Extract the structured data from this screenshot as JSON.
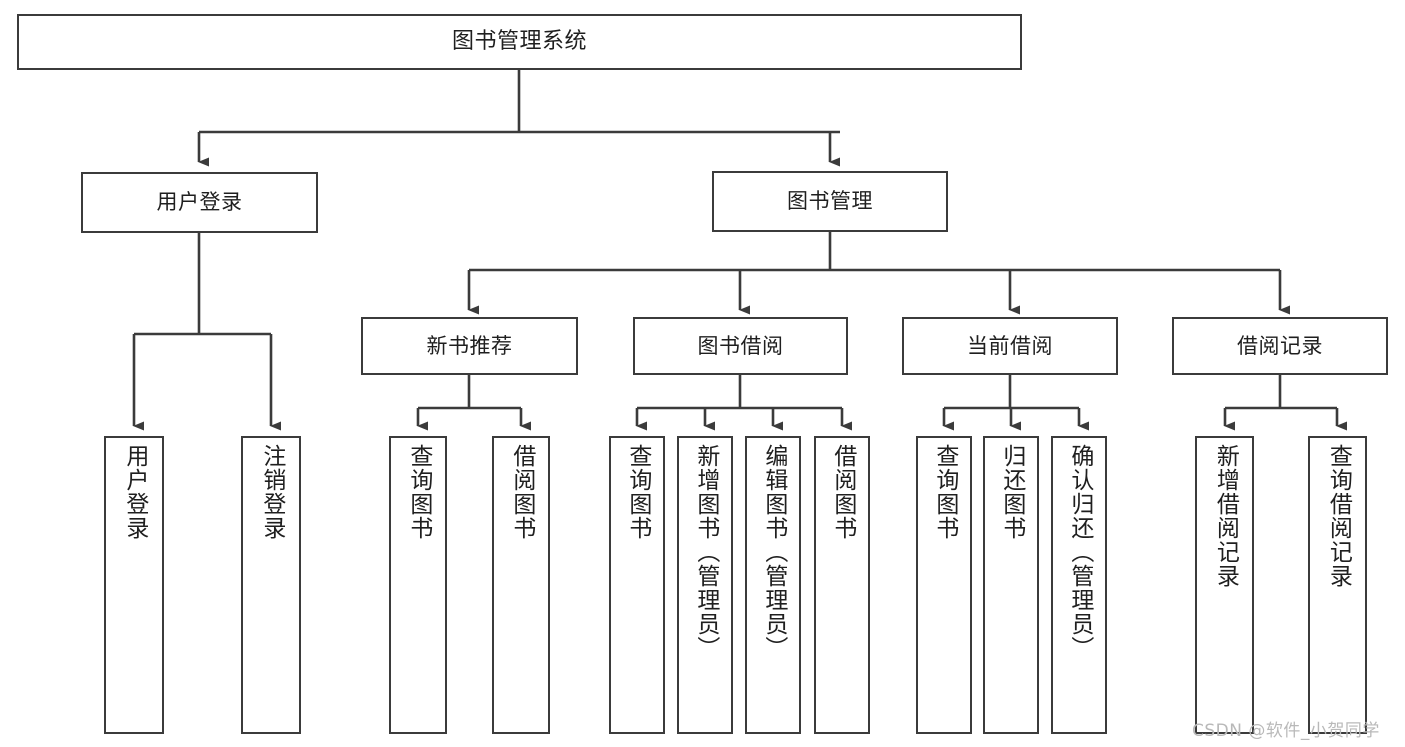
{
  "diagram": {
    "title": "图书管理系统",
    "type": "tree",
    "orientation": "top-down",
    "style": {
      "border_color": "#3b3b3b",
      "node_fill": "#ffffff",
      "edge_color": "#3b3b3b",
      "background": "#ffffff",
      "text_color": "#1f1f1f"
    },
    "nodes": {
      "root": {
        "label": "图书管理系统",
        "level": 0,
        "text_direction": "horizontal"
      },
      "n_user_login": {
        "label": "用户登录",
        "level": 1,
        "text_direction": "horizontal"
      },
      "n_book_mgmt": {
        "label": "图书管理",
        "level": 1,
        "text_direction": "horizontal"
      },
      "n_new_book_rec": {
        "label": "新书推荐",
        "level": 2,
        "text_direction": "horizontal"
      },
      "n_book_borrow": {
        "label": "图书借阅",
        "level": 2,
        "text_direction": "horizontal"
      },
      "n_current_borrow": {
        "label": "当前借阅",
        "level": 2,
        "text_direction": "horizontal"
      },
      "n_borrow_record": {
        "label": "借阅记录",
        "level": 2,
        "text_direction": "horizontal"
      },
      "l_user_login": {
        "label": "用户登录",
        "level": 3,
        "text_direction": "vertical"
      },
      "l_user_logout": {
        "label": "注销登录",
        "level": 3,
        "text_direction": "vertical"
      },
      "l_query_book_1": {
        "label": "查询图书",
        "level": 3,
        "text_direction": "vertical"
      },
      "l_borrow_book_1": {
        "label": "借阅图书",
        "level": 3,
        "text_direction": "vertical"
      },
      "l_query_book_2": {
        "label": "查询图书",
        "level": 3,
        "text_direction": "vertical"
      },
      "l_add_book": {
        "label": "新增图书（管理员）",
        "level": 3,
        "text_direction": "vertical"
      },
      "l_edit_book": {
        "label": "编辑图书（管理员）",
        "level": 3,
        "text_direction": "vertical"
      },
      "l_borrow_book_2": {
        "label": "借阅图书",
        "level": 3,
        "text_direction": "vertical"
      },
      "l_query_book_3": {
        "label": "查询图书",
        "level": 3,
        "text_direction": "vertical"
      },
      "l_return_book": {
        "label": "归还图书",
        "level": 3,
        "text_direction": "vertical"
      },
      "l_confirm_return": {
        "label": "确认归还（管理员）",
        "level": 3,
        "text_direction": "vertical"
      },
      "l_add_record": {
        "label": "新增借阅记录",
        "level": 3,
        "text_direction": "vertical"
      },
      "l_query_record": {
        "label": "查询借阅记录",
        "level": 3,
        "text_direction": "vertical"
      }
    },
    "edges": [
      {
        "from": "root",
        "to": "n_user_login"
      },
      {
        "from": "root",
        "to": "n_book_mgmt"
      },
      {
        "from": "n_user_login",
        "to": "l_user_login"
      },
      {
        "from": "n_user_login",
        "to": "l_user_logout"
      },
      {
        "from": "n_book_mgmt",
        "to": "n_new_book_rec"
      },
      {
        "from": "n_book_mgmt",
        "to": "n_book_borrow"
      },
      {
        "from": "n_book_mgmt",
        "to": "n_current_borrow"
      },
      {
        "from": "n_book_mgmt",
        "to": "n_borrow_record"
      },
      {
        "from": "n_new_book_rec",
        "to": "l_query_book_1"
      },
      {
        "from": "n_new_book_rec",
        "to": "l_borrow_book_1"
      },
      {
        "from": "n_book_borrow",
        "to": "l_query_book_2"
      },
      {
        "from": "n_book_borrow",
        "to": "l_add_book"
      },
      {
        "from": "n_book_borrow",
        "to": "l_edit_book"
      },
      {
        "from": "n_book_borrow",
        "to": "l_borrow_book_2"
      },
      {
        "from": "n_current_borrow",
        "to": "l_query_book_3"
      },
      {
        "from": "n_current_borrow",
        "to": "l_return_book"
      },
      {
        "from": "n_current_borrow",
        "to": "l_confirm_return"
      },
      {
        "from": "n_borrow_record",
        "to": "l_add_record"
      },
      {
        "from": "n_borrow_record",
        "to": "l_query_record"
      }
    ]
  },
  "watermark": {
    "text": "CSDN @软件_小贺同学"
  }
}
